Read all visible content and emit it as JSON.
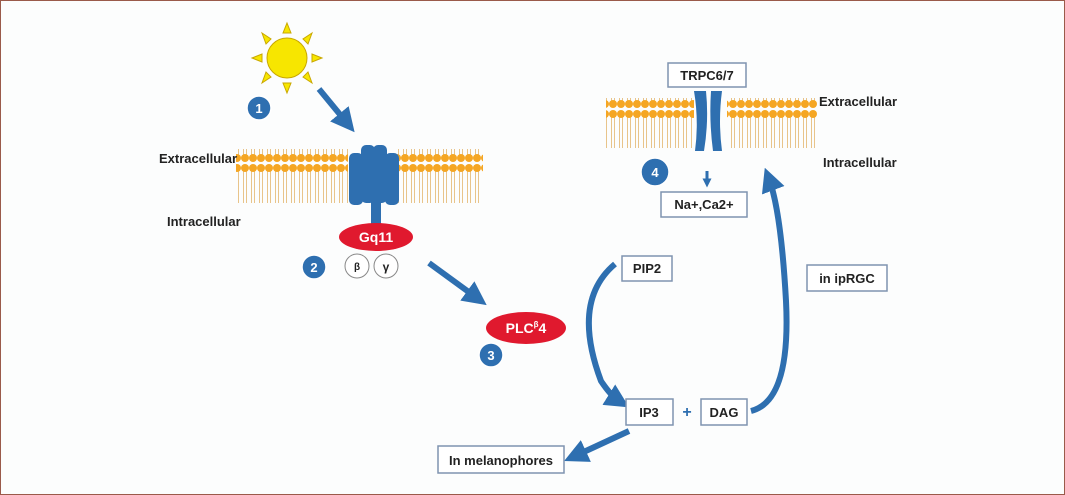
{
  "labels": {
    "extracellular_left": "Extracellular",
    "intracellular_left": "Intracellular",
    "extracellular_right": "Extracellular",
    "intracellular_right": "Intracellular"
  },
  "steps": [
    "1",
    "2",
    "3",
    "4"
  ],
  "nodes": {
    "gq11": "Gq11",
    "beta": "β",
    "gamma": "γ",
    "plc": "PLC",
    "plc_sup": "β",
    "plc_suffix": "4",
    "pip2": "PIP2",
    "ip3": "IP3",
    "plus": "+",
    "dag": "DAG",
    "trpc": "TRPC6/7",
    "ions": "Na+,Ca2+",
    "ipRGC": "in ipRGC",
    "melanophores": "In melanophores"
  },
  "colors": {
    "blue": "#2e6fb0",
    "red": "#e0192e",
    "membrane": "#f5a623",
    "sun": "#f7e600"
  }
}
